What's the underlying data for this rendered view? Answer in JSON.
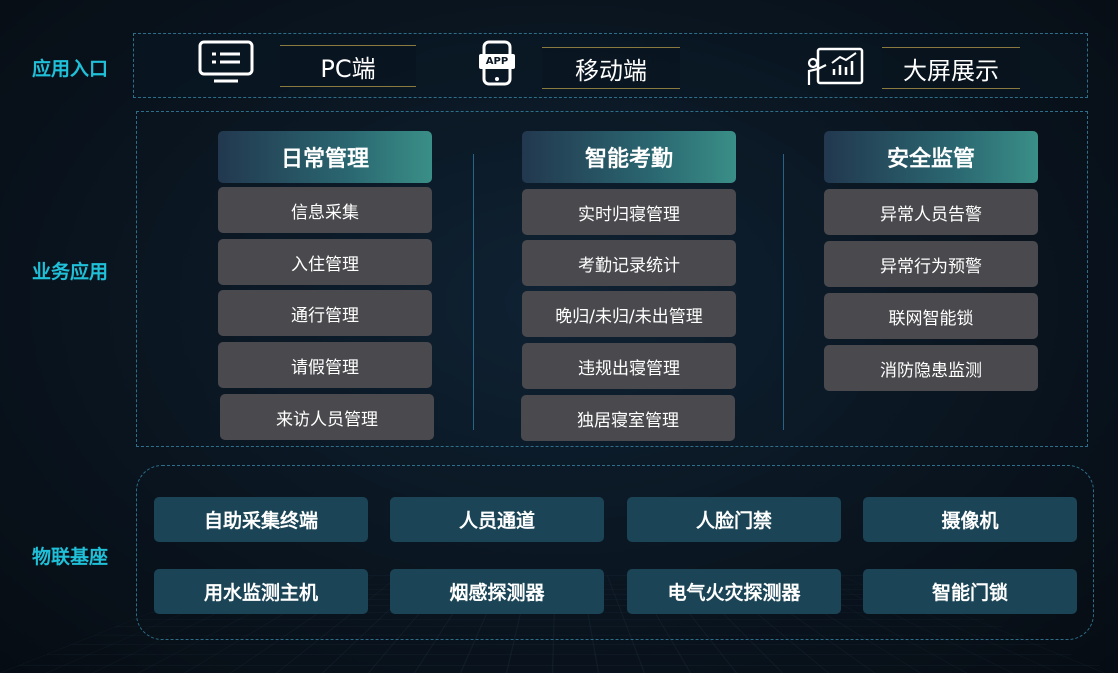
{
  "rows": {
    "entry_label": "应用入口",
    "business_label": "业务应用",
    "iot_label": "物联基座"
  },
  "entries": [
    {
      "label": "PC端",
      "icon": "monitor-icon"
    },
    {
      "label": "移动端",
      "icon": "phone-app-icon"
    },
    {
      "label": "大屏展示",
      "icon": "presentation-chart-icon"
    }
  ],
  "app_icon_text": "APP",
  "columns": [
    {
      "title": "日常管理",
      "items": [
        "信息采集",
        "入住管理",
        "通行管理",
        "请假管理",
        "来访人员管理"
      ]
    },
    {
      "title": "智能考勤",
      "items": [
        "实时归寝管理",
        "考勤记录统计",
        "晚归/未归/未出管理",
        "违规出寝管理",
        "独居寝室管理"
      ]
    },
    {
      "title": "安全监管",
      "items": [
        "异常人员告警",
        "异常行为预警",
        "联网智能锁",
        "消防隐患监测"
      ]
    }
  ],
  "iot": [
    [
      "自助采集终端",
      "人员通道",
      "人脸门禁",
      "摄像机"
    ],
    [
      "用水监测主机",
      "烟感探测器",
      "电气火灾探测器",
      "智能门锁"
    ]
  ],
  "colors": {
    "label_accent": "#1fc0d8",
    "item_bg": "#4a4a4e",
    "iot_bg": "#1b4556",
    "frame_border": "#2d6f8a"
  }
}
